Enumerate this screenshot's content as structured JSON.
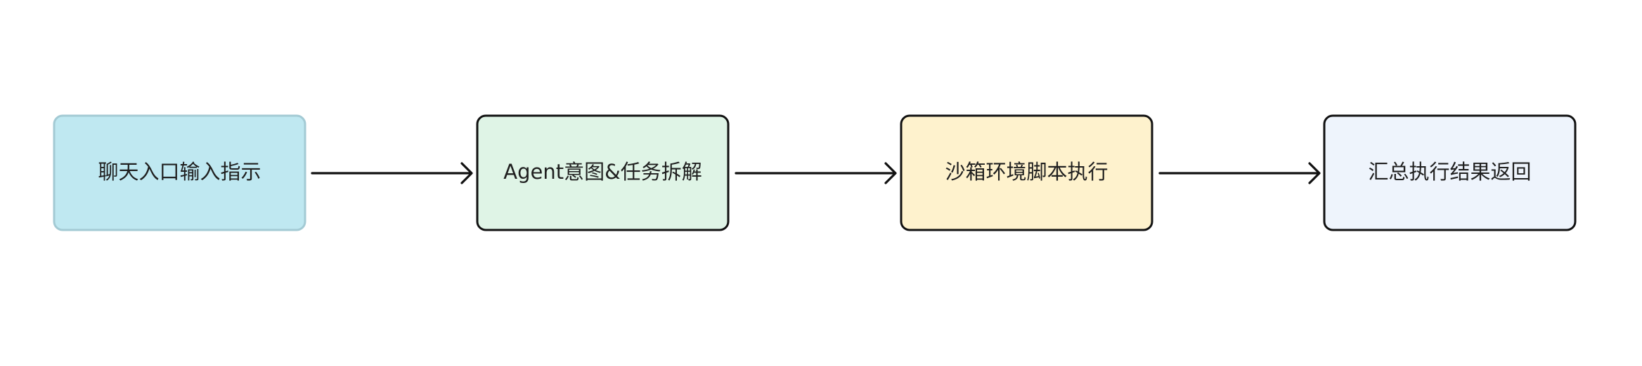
{
  "diagram": {
    "nodes": [
      {
        "id": "n1",
        "label": "聊天入口输入指示",
        "fill": "#bfe8f1",
        "stroke": "#a3cad4"
      },
      {
        "id": "n2",
        "label": "Agent意图&任务拆解",
        "fill": "#dff4e6",
        "stroke": "#111111"
      },
      {
        "id": "n3",
        "label": "沙箱环境脚本执行",
        "fill": "#fef2cd",
        "stroke": "#111111"
      },
      {
        "id": "n4",
        "label": "汇总执行结果返回",
        "fill": "#eef4fc",
        "stroke": "#111111"
      }
    ],
    "edges": [
      {
        "from": "n1",
        "to": "n2"
      },
      {
        "from": "n2",
        "to": "n3"
      },
      {
        "from": "n3",
        "to": "n4"
      }
    ],
    "arrow_color": "#111111"
  }
}
